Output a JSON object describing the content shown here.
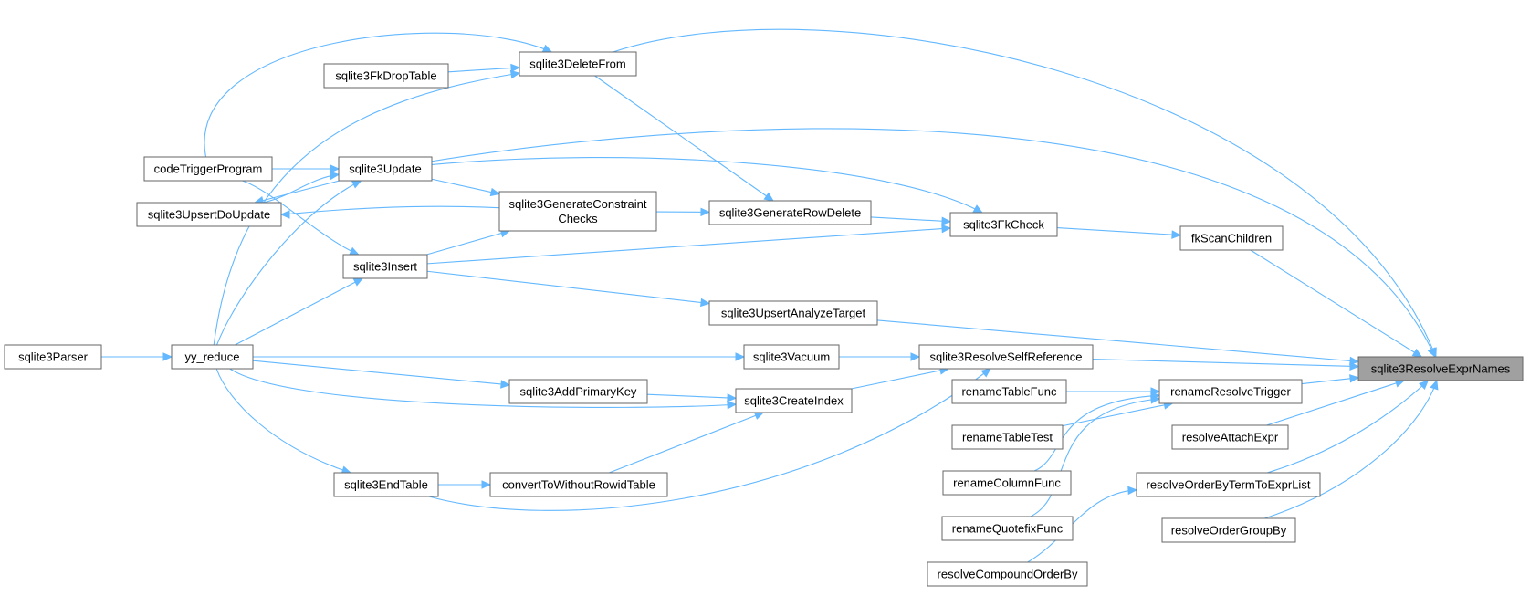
{
  "nodes": {
    "root": {
      "label": "sqlite3ResolveExprNames"
    },
    "deleteFrom": {
      "label": "sqlite3DeleteFrom"
    },
    "fkDropTable": {
      "label": "sqlite3FkDropTable"
    },
    "codeTrigger": {
      "label": "codeTriggerProgram"
    },
    "update": {
      "label": "sqlite3Update"
    },
    "upsertDoUpdate": {
      "label": "sqlite3UpsertDoUpdate"
    },
    "genConstraint": {
      "label": "sqlite3GenerateConstraint\nChecks"
    },
    "genRowDelete": {
      "label": "sqlite3GenerateRowDelete"
    },
    "fkCheck": {
      "label": "sqlite3FkCheck"
    },
    "fkScan": {
      "label": "fkScanChildren"
    },
    "insert": {
      "label": "sqlite3Insert"
    },
    "upsertAnalyze": {
      "label": "sqlite3UpsertAnalyzeTarget"
    },
    "parser": {
      "label": "sqlite3Parser"
    },
    "yyReduce": {
      "label": "yy_reduce"
    },
    "vacuum": {
      "label": "sqlite3Vacuum"
    },
    "selfRef": {
      "label": "sqlite3ResolveSelfReference"
    },
    "addPK": {
      "label": "sqlite3AddPrimaryKey"
    },
    "createIndex": {
      "label": "sqlite3CreateIndex"
    },
    "renameTableFunc": {
      "label": "renameTableFunc"
    },
    "renameTrigger": {
      "label": "renameResolveTrigger"
    },
    "renameTableTest": {
      "label": "renameTableTest"
    },
    "attachExpr": {
      "label": "resolveAttachExpr"
    },
    "renameColumnFunc": {
      "label": "renameColumnFunc"
    },
    "endTable": {
      "label": "sqlite3EndTable"
    },
    "convertWR": {
      "label": "convertToWithoutRowidTable"
    },
    "orderByTerm": {
      "label": "resolveOrderByTermToExprList"
    },
    "renameQuotefix": {
      "label": "renameQuotefixFunc"
    },
    "orderGroupBy": {
      "label": "resolveOrderGroupBy"
    },
    "compoundOrderBy": {
      "label": "resolveCompoundOrderBy"
    }
  },
  "edges": [
    [
      "parser",
      "yyReduce"
    ],
    [
      "yyReduce",
      "update"
    ],
    [
      "yyReduce",
      "insert"
    ],
    [
      "yyReduce",
      "deleteFrom"
    ],
    [
      "yyReduce",
      "vacuum"
    ],
    [
      "yyReduce",
      "addPK"
    ],
    [
      "yyReduce",
      "createIndex"
    ],
    [
      "yyReduce",
      "endTable"
    ],
    [
      "codeTrigger",
      "deleteFrom"
    ],
    [
      "codeTrigger",
      "update"
    ],
    [
      "codeTrigger",
      "insert"
    ],
    [
      "fkDropTable",
      "deleteFrom"
    ],
    [
      "update",
      "upsertDoUpdate"
    ],
    [
      "upsertDoUpdate",
      "update"
    ],
    [
      "update",
      "genConstraint"
    ],
    [
      "update",
      "fkCheck"
    ],
    [
      "update",
      "root"
    ],
    [
      "genConstraint",
      "upsertDoUpdate"
    ],
    [
      "insert",
      "genConstraint"
    ],
    [
      "insert",
      "fkCheck"
    ],
    [
      "insert",
      "upsertAnalyze"
    ],
    [
      "genConstraint",
      "genRowDelete"
    ],
    [
      "deleteFrom",
      "genRowDelete"
    ],
    [
      "deleteFrom",
      "root"
    ],
    [
      "genRowDelete",
      "fkCheck"
    ],
    [
      "fkCheck",
      "fkScan"
    ],
    [
      "fkScan",
      "root"
    ],
    [
      "upsertAnalyze",
      "root"
    ],
    [
      "vacuum",
      "selfRef"
    ],
    [
      "selfRef",
      "root"
    ],
    [
      "addPK",
      "createIndex"
    ],
    [
      "createIndex",
      "selfRef"
    ],
    [
      "endTable",
      "selfRef"
    ],
    [
      "endTable",
      "convertWR"
    ],
    [
      "convertWR",
      "createIndex"
    ],
    [
      "renameTableFunc",
      "renameTrigger"
    ],
    [
      "renameTableTest",
      "renameTrigger"
    ],
    [
      "renameColumnFunc",
      "renameTrigger"
    ],
    [
      "renameQuotefix",
      "renameTrigger"
    ],
    [
      "renameTrigger",
      "root"
    ],
    [
      "attachExpr",
      "root"
    ],
    [
      "compoundOrderBy",
      "orderByTerm"
    ],
    [
      "orderByTerm",
      "root"
    ],
    [
      "orderGroupBy",
      "root"
    ]
  ]
}
